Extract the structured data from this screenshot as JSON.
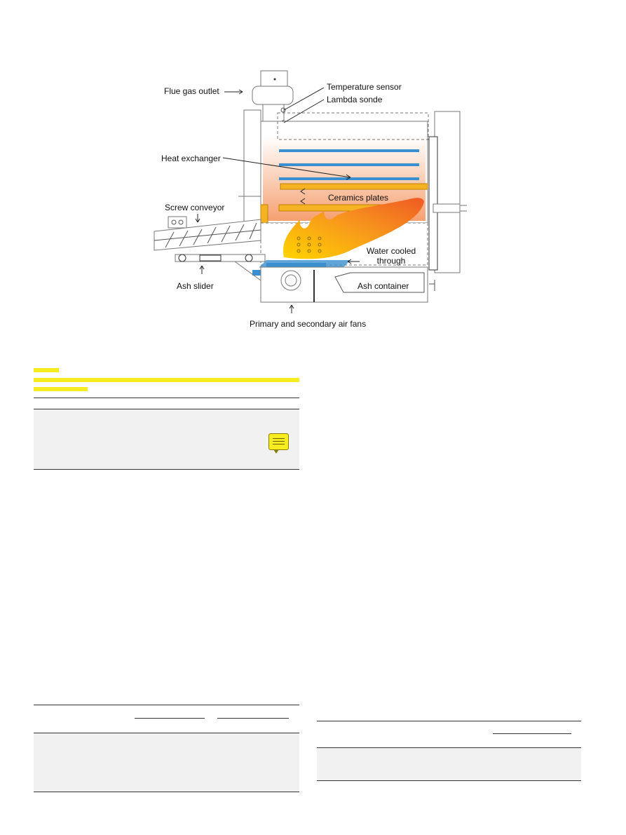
{
  "figure": {
    "labels": {
      "flue_gas_outlet": "Flue gas outlet",
      "temperature_sensor": "Temperature sensor",
      "lambda_sonde": "Lambda sonde",
      "heat_exchanger": "Heat exchanger",
      "ceramics_plates": "Ceramics plates",
      "screw_conveyor": "Screw conveyor",
      "water_cooled_line1": "Water cooled",
      "water_cooled_line2": "through",
      "ash_slider": "Ash slider",
      "ash_container": "Ash container",
      "air_fans": "Primary and secondary air fans"
    },
    "colors": {
      "flame": "#f7941d",
      "flame_core": "#ffd400",
      "water_blue": "#3a8fd0",
      "ceramic": "#f5b324",
      "outline": "#7a7a7a"
    }
  },
  "annotation": {
    "highlight_color": "#f6ec1f",
    "note_icon": "sticky-note-icon"
  }
}
